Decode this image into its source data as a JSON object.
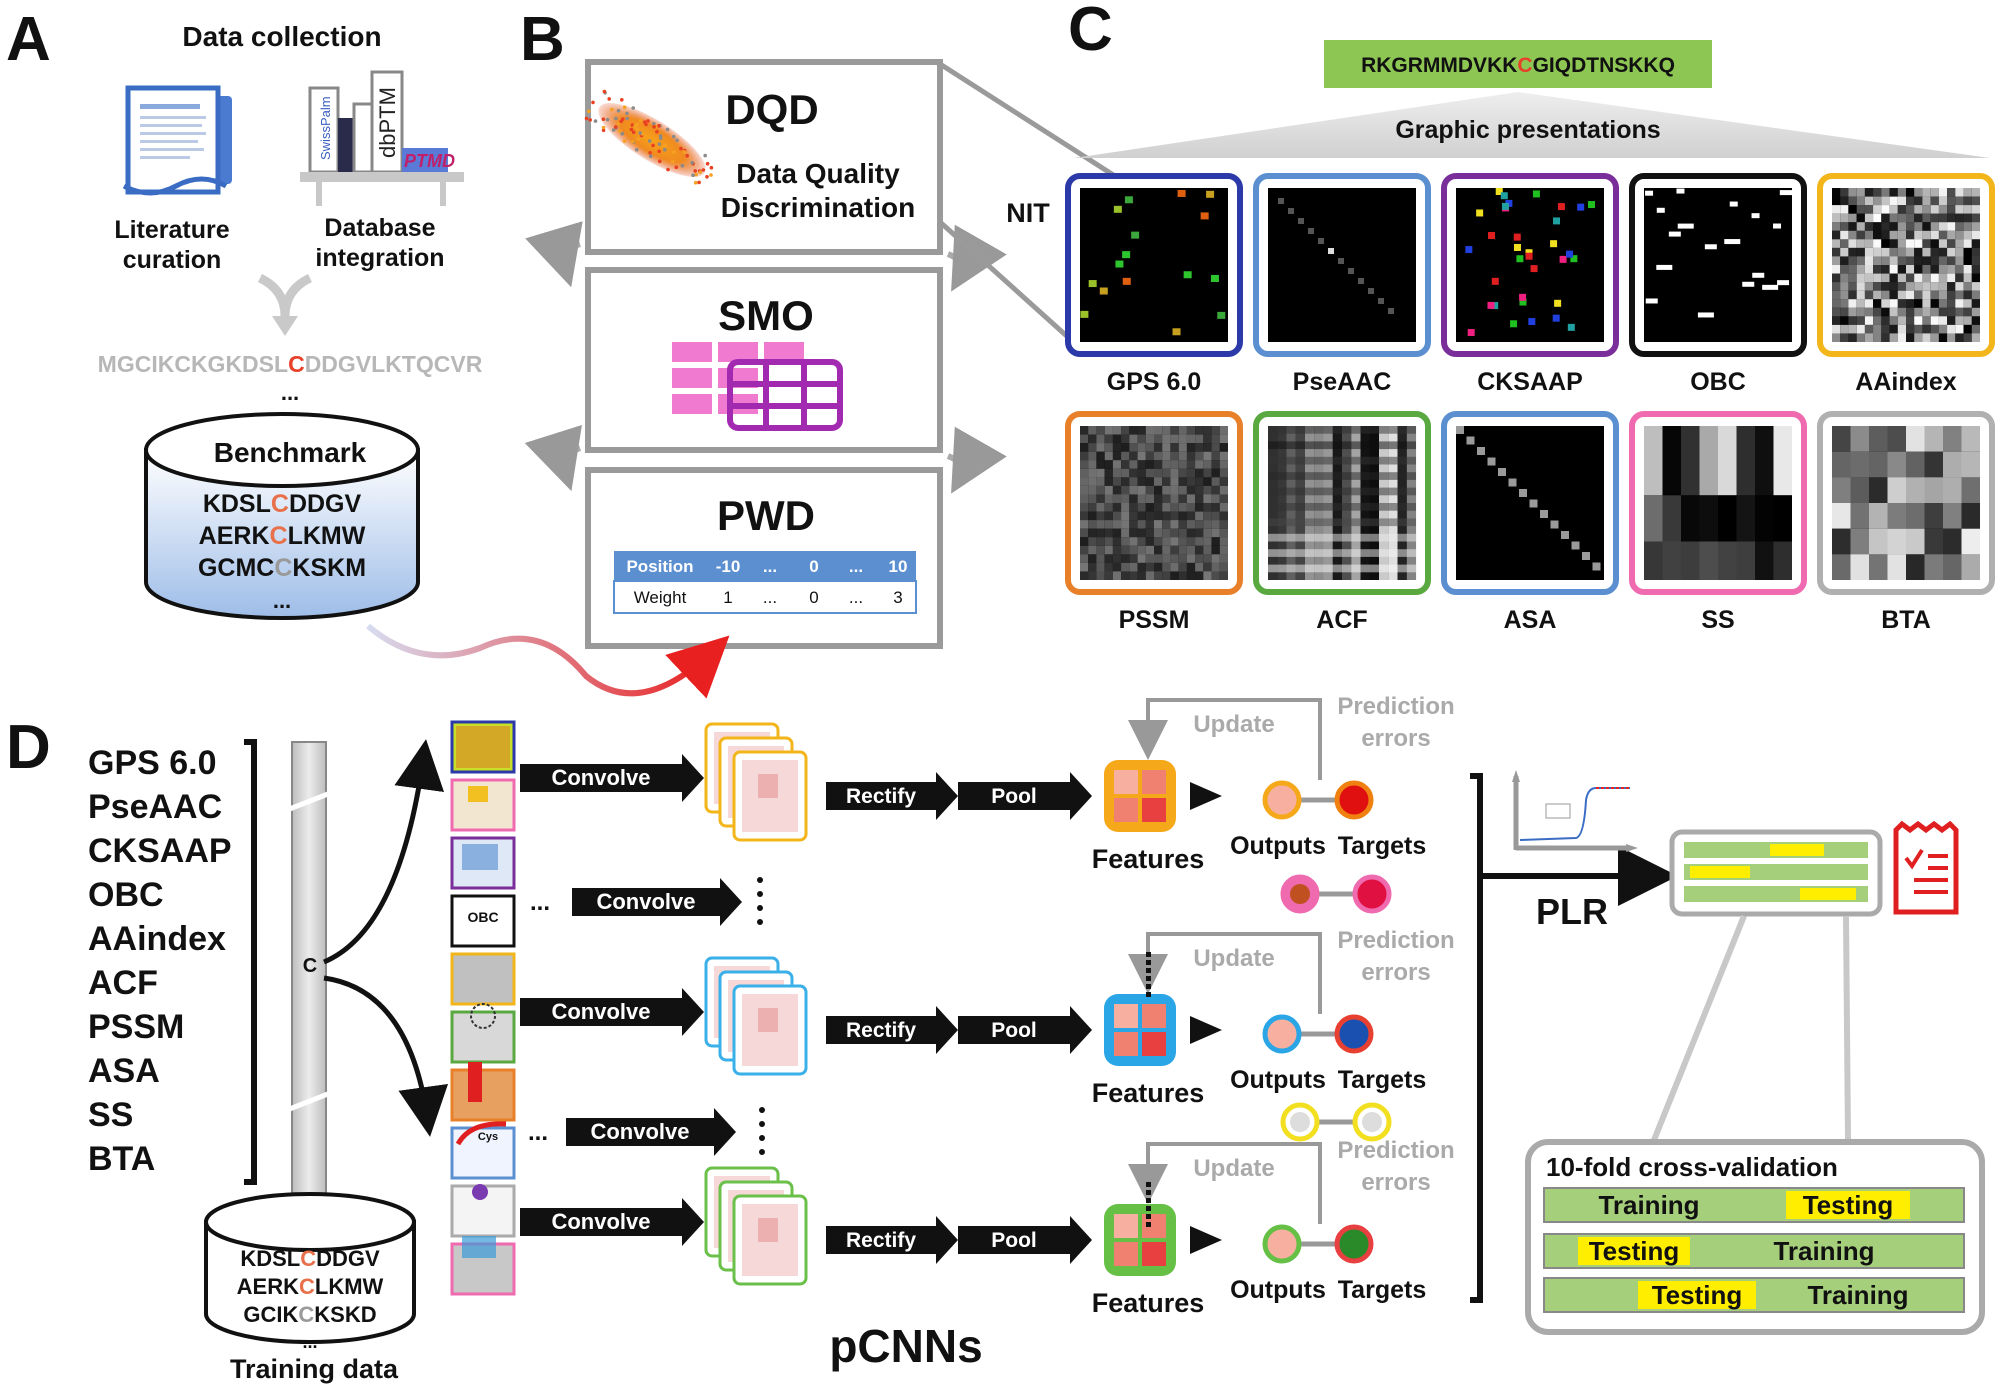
{
  "panels": {
    "a": "A",
    "b": "B",
    "c": "C",
    "d": "D"
  },
  "panel_a": {
    "title": "Data collection",
    "literature_1": "Literature",
    "literature_2": "curation",
    "database_1": "Database",
    "database_2": "integration",
    "book_labels": [
      "SwissPalm",
      "dbPTM",
      "PTMD"
    ],
    "sequence_prefix": "MGCIKCKGKDSL",
    "sequence_site": "C",
    "sequence_suffix": "DDGVLKTQCVR",
    "ellipsis": "...",
    "benchmark_title": "Benchmark",
    "benchmark_rows": [
      {
        "pre": "KDSL",
        "site": "C",
        "post": "DDGV",
        "site_color": "#e8704a"
      },
      {
        "pre": "AERK",
        "site": "C",
        "post": "LKMW",
        "site_color": "#e8704a"
      },
      {
        "pre": "GCMC",
        "site": "C",
        "post": "KSKM",
        "site_color": "#9a9a9a"
      }
    ],
    "benchmark_more": "..."
  },
  "panel_b": {
    "dqd_title": "DQD",
    "dqd_sub_1": "Data Quality",
    "dqd_sub_2": "Discrimination",
    "smo_title": "SMO",
    "pwd_title": "PWD",
    "pwd_table": {
      "row1": [
        "Position",
        "-10",
        "...",
        "0",
        "...",
        "10"
      ],
      "row2": [
        "Weight",
        "1",
        "...",
        "0",
        "...",
        "3"
      ]
    }
  },
  "panel_c": {
    "sequence_prefix": "RKGRMMDVKK",
    "sequence_site": "C",
    "sequence_suffix": "GIQDTNSKKQ",
    "graphic_label": "Graphic presentations",
    "nit_label": "NIT",
    "top_row": [
      {
        "name": "GPS 6.0",
        "border": "#2b3aa8"
      },
      {
        "name": "PseAAC",
        "border": "#5b8fd0"
      },
      {
        "name": "CKSAAP",
        "border": "#7a2e9a"
      },
      {
        "name": "OBC",
        "border": "#111111"
      },
      {
        "name": "AAindex",
        "border": "#f2b51a"
      }
    ],
    "bottom_row": [
      {
        "name": "PSSM",
        "border": "#e8802a"
      },
      {
        "name": "ACF",
        "border": "#5aa840"
      },
      {
        "name": "ASA",
        "border": "#5b8fd0"
      },
      {
        "name": "SS",
        "border": "#f06ab0"
      },
      {
        "name": "BTA",
        "border": "#b0b0b0"
      }
    ]
  },
  "panel_d": {
    "features_list": [
      "GPS 6.0",
      "PseAAC",
      "CKSAAP",
      "OBC",
      "AAindex",
      "ACF",
      "PSSM",
      "ASA",
      "SS",
      "BTA"
    ],
    "bar_site": "C",
    "training_rows": [
      {
        "pre": "KDSL",
        "site": "C",
        "post": "DDGV",
        "site_color": "#e8704a"
      },
      {
        "pre": "AERK",
        "site": "C",
        "post": "LKMW",
        "site_color": "#e8704a"
      },
      {
        "pre": "GCIK",
        "site": "C",
        "post": "KSKD",
        "site_color": "#9a9a9a"
      }
    ],
    "training_more": "...",
    "training_label": "Training data",
    "thumb_obc": "OBC",
    "thumb_cys": "Cys",
    "convolve": "Convolve",
    "rectify": "Rectify",
    "pool": "Pool",
    "ellipsis": "...",
    "update": "Update",
    "prediction_1": "Prediction",
    "prediction_2": "errors",
    "features": "Features",
    "outputs": "Outputs",
    "targets": "Targets",
    "pcnns": "pCNNs",
    "plr": "PLR",
    "cv_title": "10-fold cross-validation",
    "cv_rows": [
      [
        "Training",
        "Testing"
      ],
      [
        "Testing",
        "Training"
      ],
      [
        "Testing",
        "Training"
      ]
    ]
  },
  "colors": {
    "accent_red": "#e8402a",
    "site_orange": "#e8704a",
    "green_seq": "#8dc653",
    "highlight_yellow": "#ffee00",
    "bar_green": "#a5cf7a",
    "gray_box": "#999999"
  }
}
